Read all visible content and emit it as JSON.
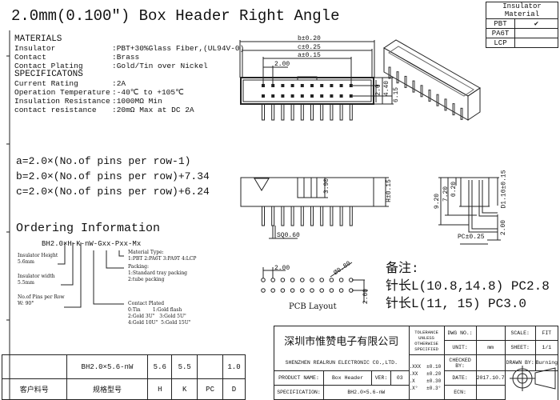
{
  "title": "2.0mm(0.100\") Box Header Right Angle",
  "material_table": {
    "header": "Insulator Material",
    "rows": [
      {
        "name": "PBT",
        "checked": true
      },
      {
        "name": "PA6T",
        "checked": false
      },
      {
        "name": "LCP",
        "checked": false
      }
    ]
  },
  "materials": {
    "heading": "MATERIALS",
    "rows": [
      {
        "k": "Insulator",
        "v": ":PBT+30%Glass Fiber,(UL94V-0)"
      },
      {
        "k": "Contact",
        "v": ":Brass"
      },
      {
        "k": "Contact Plating",
        "v": ":Gold/Tin over Nickel"
      }
    ]
  },
  "specs": {
    "heading": "SPECIFICATONS",
    "rows": [
      {
        "k": "Current Rating",
        "v": ":2A"
      },
      {
        "k": "Operation Temperature",
        "v": ":-40℃ to +105℃"
      },
      {
        "k": "Insulation Resistance",
        "v": ":1000MΩ Min"
      },
      {
        "k": "contact resistance",
        "v": ":20mΩ Max at DC 2A"
      }
    ]
  },
  "formulas": [
    "a=2.0×(No.of pins per row-1)",
    "b=2.0×(No.of pins per row)+7.34",
    "c=2.0×(No.of pins per row)+6.24"
  ],
  "dims": {
    "b": "b±0.20",
    "c": "c±0.25",
    "a": "a±0.15",
    "pitch": "2.00",
    "row": "2.0",
    "h440": "4.40",
    "h615": "6.15",
    "d390": "3.90",
    "hh": "H±0.15",
    "sq": "SQ0.60",
    "d920": "9.20",
    "d720": "7.20",
    "d020": "0.20",
    "d110": "D1.10±0.15",
    "pc": "PC±0.25",
    "d200": "2.00",
    "pcb_pitch": "2.00",
    "pcb_hole": "Ø0.80",
    "pcb_row": "2.00"
  },
  "pcb_label": "PCB Layout",
  "ordering": {
    "heading": "Ordering Information",
    "code": "BH2.0×H-K-nW-Gxx-Pxx-Mx",
    "notes": {
      "height": [
        "Insulator Height",
        "5.6mm"
      ],
      "width": [
        "Insulator width",
        "5.5mm"
      ],
      "pins": [
        "No.of Pins per Row",
        "W: 90°"
      ],
      "material": [
        "Material Type:",
        "1:PBT 2:PA6T 3:PA9T 4:LCP"
      ],
      "packing": [
        "Packing:",
        "1:Standard tray packing",
        "2:tube packing"
      ],
      "plated": [
        "Contact Plated",
        "0:Tin        1:Gold flash",
        "2:Gold 3U\"   3:Gold 5U\"",
        "4:Gold 10U\"  5:Gold 15U\""
      ]
    }
  },
  "remarks": {
    "heading": "备注:",
    "lines": [
      "针长L(10.8,14.8) PC2.8",
      "针长L(11, 15) PC3.0"
    ]
  },
  "part_table": {
    "values": [
      "",
      "BH2.0×5.6-nW",
      "5.6",
      "5.5",
      "",
      "1.0"
    ],
    "headers": [
      "客户料号",
      "规格型号",
      "H",
      "K",
      "PC",
      "D"
    ]
  },
  "title_block": {
    "company_cn": "深圳市惟赞电子有限公司",
    "company_en": "SHENZHEN REALRUN ELECTRONIC CO.,LTD.",
    "tolerance": "TOLERANCE UNLESS OTHERWISE SPECIFIED",
    "tol_rows": [
      ".XXX  ±0.10",
      ".XX   ±0.20",
      ".X    ±0.30",
      ".X°   ±0.3°"
    ],
    "dwg_no_label": "DWG NO.:",
    "dwg_no": "",
    "unit_label": "UNIT:",
    "unit": "mm",
    "scale_label": "SCALE:",
    "scale": "FIT",
    "sheet_label": "SHEET:",
    "sheet": "1/1",
    "checked_label": "CHECKED BY:",
    "checked": "",
    "drawn_label": "DRAWN BY:",
    "drawn": "Burning",
    "product_label": "PRODUCT NAME:",
    "product": "Box Header",
    "ver_label": "VER:",
    "ver": "03",
    "date_label": "DATE:",
    "date": "2017.10.7",
    "spec_label": "SPECIFICATION:",
    "spec": "BH2.0×5.6-nW",
    "ecn_label": "ECN:",
    "ecn": ""
  }
}
